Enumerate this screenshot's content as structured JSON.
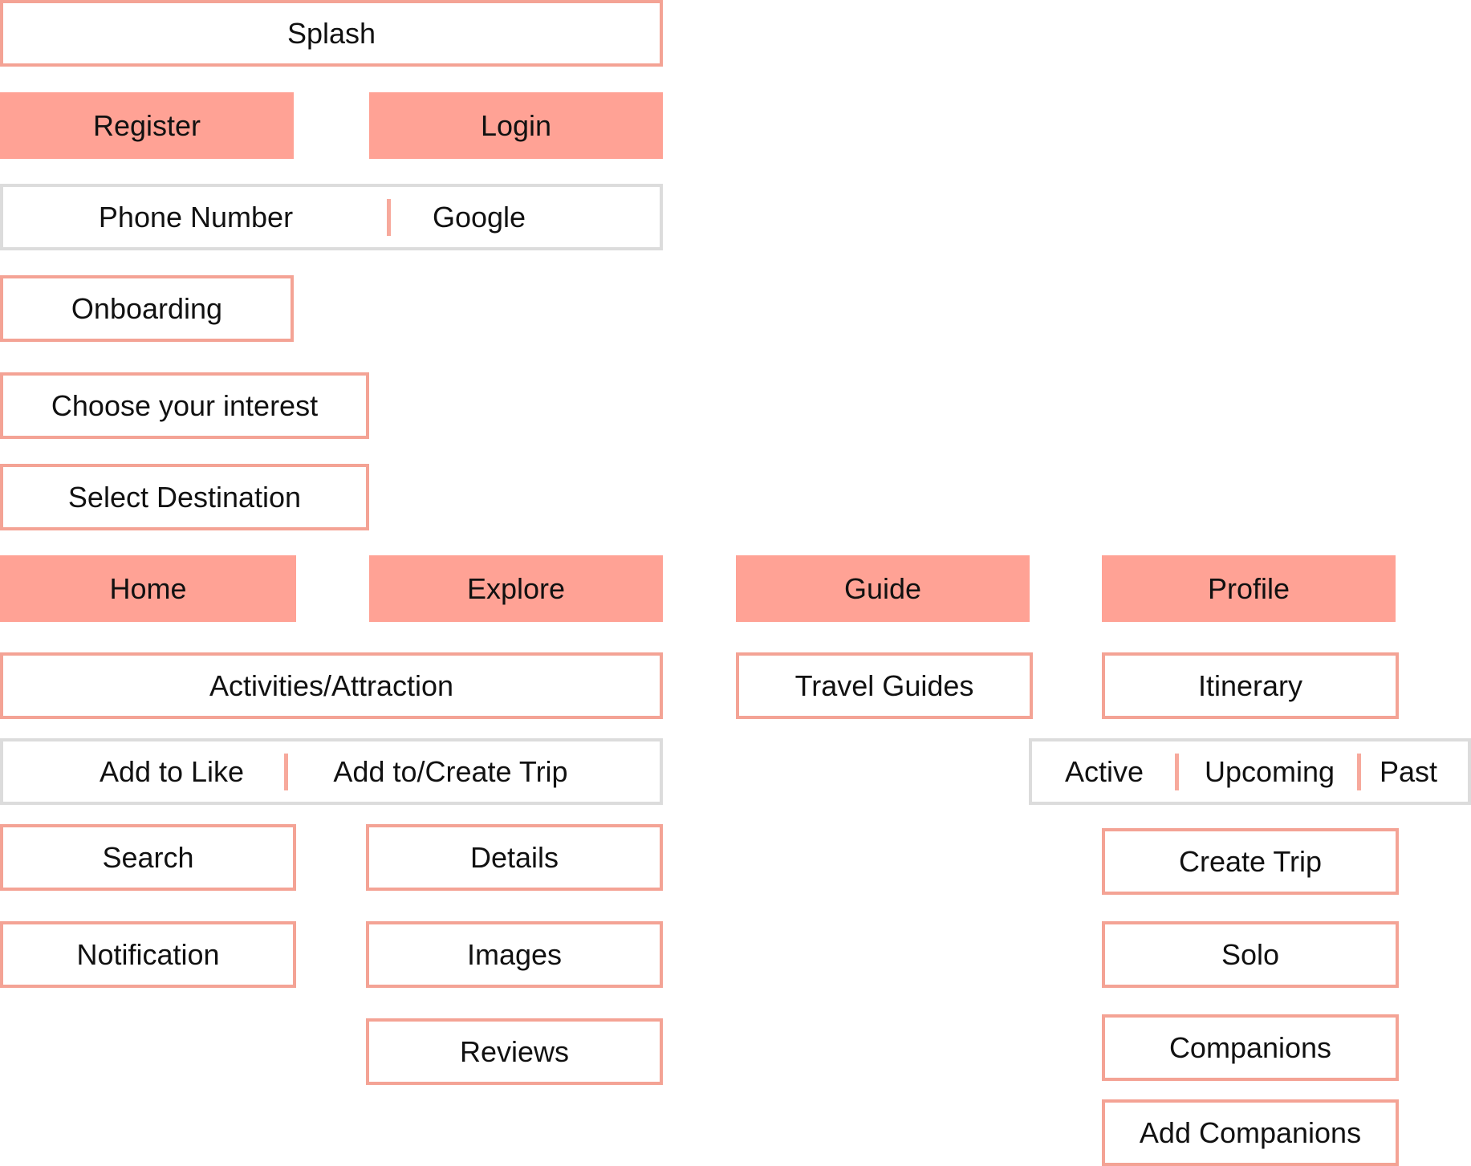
{
  "colors": {
    "accent_fill": "#ffa295",
    "accent_border": "#f4a395",
    "neutral_border": "#dcdcdc",
    "text": "#111111"
  },
  "nodes": {
    "splash": "Splash",
    "register": "Register",
    "login": "Login",
    "auth_methods": [
      "Phone Number",
      "Google"
    ],
    "onboarding": "Onboarding",
    "choose_interest": "Choose your interest",
    "select_destination": "Select Destination",
    "home": "Home",
    "explore": "Explore",
    "guide": "Guide",
    "profile": "Profile",
    "activities": "Activities/Attraction",
    "activity_actions": [
      "Add to Like",
      "Add to/Create Trip"
    ],
    "search": "Search",
    "notification": "Notification",
    "details": "Details",
    "images": "Images",
    "reviews": "Reviews",
    "travel_guides": "Travel Guides",
    "itinerary": "Itinerary",
    "trip_status": [
      "Active",
      "Upcoming",
      "Past"
    ],
    "create_trip": "Create Trip",
    "solo": "Solo",
    "companions": "Companions",
    "add_companions": "Add Companions"
  }
}
